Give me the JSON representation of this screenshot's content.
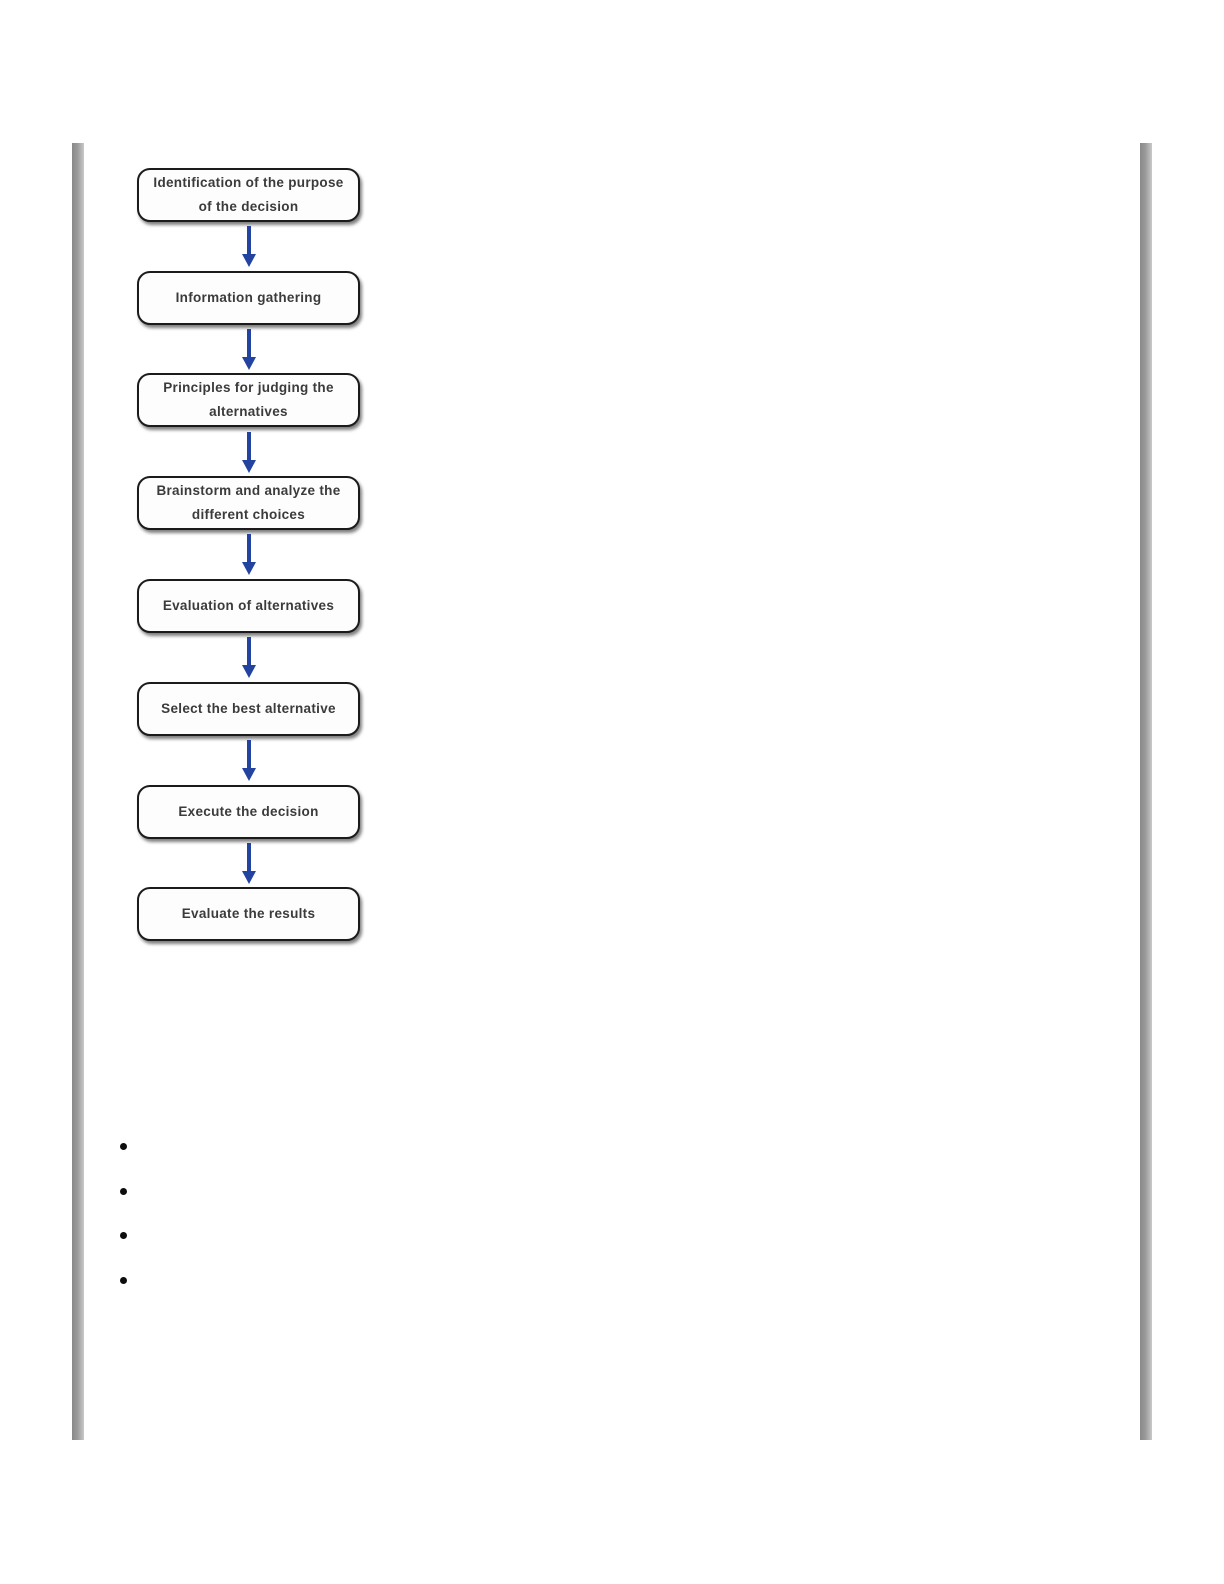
{
  "document": {
    "page_background": "#ffffff",
    "edge_bar_dark": "#898989",
    "edge_bar_light": "#c9c9c9"
  },
  "flowchart": {
    "steps": [
      "Identification of the purpose of the decision",
      "Information gathering",
      "Principles for judging the alternatives",
      "Brainstorm and analyze the different choices",
      "Evaluation of alternatives",
      "Select the best alternative",
      "Execute the decision",
      "Evaluate the results"
    ],
    "arrow_color": "#2343a0",
    "box_border_color": "#1b1b1b",
    "box_fill_color": "#fdfdfd",
    "box_text_color": "#3b3b3b"
  },
  "bullet_list": {
    "items": [
      "",
      "",
      "",
      ""
    ]
  }
}
